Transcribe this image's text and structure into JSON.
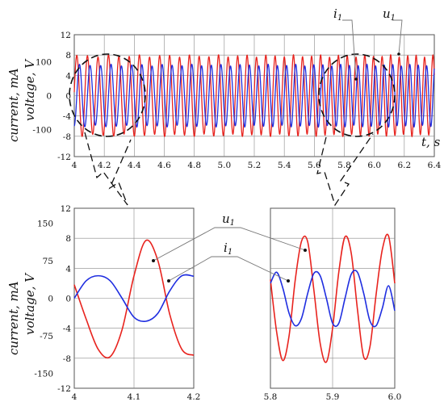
{
  "chart_data": [
    {
      "type": "line",
      "panel": "top",
      "xlabel": "t, s",
      "ylabel_left": "current, mA",
      "ylabel_right": "voltage, V",
      "xlim": [
        4,
        6.4
      ],
      "xticks": [
        "4",
        "4.2",
        "4.4",
        "4.6",
        "4.8",
        "5.0",
        "5.2",
        "5.4",
        "5.6",
        "5.8",
        "6.0",
        "6.2",
        "6.4"
      ],
      "ylim_voltage": [
        -12,
        12
      ],
      "yticks_voltage": [
        "12",
        "8",
        "4",
        "0",
        "-4",
        "-8",
        "-12"
      ],
      "ylim_current": [
        -180,
        180
      ],
      "yticks_current": [
        "100",
        "0",
        "-100"
      ],
      "series": [
        {
          "name": "u1",
          "color": "#e8231e",
          "units": "V",
          "amplitude": 7.8,
          "freq_start_hz": 14,
          "freq_end_hz": 18
        },
        {
          "name": "i1",
          "color": "#1f2ee0",
          "units": "mA",
          "amplitude": 90,
          "freq_start_hz": 14,
          "freq_end_hz": 18
        }
      ],
      "annotations": [
        "i1",
        "u1"
      ]
    },
    {
      "type": "line",
      "panel": "bottom-left",
      "ylabel_left": "current, mA",
      "ylabel_right": "voltage, V",
      "xlim": [
        4.0,
        4.2
      ],
      "xticks": [
        "4",
        "4.1",
        "4.2"
      ],
      "ylim_voltage": [
        -12,
        12
      ],
      "yticks_voltage": [
        "12",
        "8",
        "4",
        "0",
        "-4",
        "-8",
        "-12"
      ],
      "ylim_current": [
        -180,
        180
      ],
      "yticks_current": [
        "150",
        "75",
        "0",
        "-75",
        "-150"
      ],
      "series": [
        {
          "name": "u1",
          "color": "#e8231e",
          "x": [
            4.0,
            4.02,
            4.04,
            4.06,
            4.08,
            4.1,
            4.12,
            4.14,
            4.16,
            4.18,
            4.2
          ],
          "y": [
            1.8,
            -2.8,
            -6.8,
            -7.8,
            -4.2,
            3.0,
            7.7,
            5.0,
            -2.2,
            -6.8,
            -7.6
          ]
        },
        {
          "name": "i1",
          "color": "#1f2ee0",
          "x": [
            4.0,
            4.02,
            4.04,
            4.06,
            4.08,
            4.1,
            4.12,
            4.14,
            4.16,
            4.18,
            4.2
          ],
          "y": [
            0,
            35,
            45,
            35,
            0,
            -38,
            -46,
            -30,
            15,
            45,
            44
          ]
        }
      ],
      "annotations": [
        "u1",
        "i1"
      ]
    },
    {
      "type": "line",
      "panel": "bottom-right",
      "xlim": [
        5.8,
        6.0
      ],
      "xticks": [
        "5.8",
        "5.9",
        "6.0"
      ],
      "ylim_voltage": [
        -12,
        12
      ],
      "ylim_current": [
        -180,
        180
      ],
      "series": [
        {
          "name": "u1",
          "color": "#e8231e",
          "x": [
            5.8,
            5.81,
            5.82,
            5.83,
            5.84,
            5.85,
            5.86,
            5.87,
            5.88,
            5.89,
            5.9,
            5.91,
            5.92,
            5.93,
            5.94,
            5.95,
            5.96,
            5.97,
            5.98,
            5.99,
            6.0
          ],
          "y": [
            2.5,
            -4.5,
            -8.3,
            -5.0,
            2.5,
            7.6,
            7.5,
            1.0,
            -6.0,
            -8.5,
            -4.0,
            3.5,
            8.2,
            6.0,
            -1.5,
            -7.8,
            -6.5,
            0.5,
            6.5,
            8.3,
            2.0
          ]
        },
        {
          "name": "i1",
          "color": "#1f2ee0",
          "x": [
            5.8,
            5.81,
            5.82,
            5.83,
            5.84,
            5.85,
            5.86,
            5.87,
            5.88,
            5.89,
            5.9,
            5.91,
            5.92,
            5.93,
            5.94,
            5.95,
            5.96,
            5.97,
            5.98,
            5.99,
            6.0
          ],
          "y": [
            30,
            52,
            20,
            -30,
            -55,
            -40,
            10,
            50,
            45,
            0,
            -50,
            -50,
            0,
            48,
            52,
            10,
            -45,
            -55,
            -20,
            25,
            -25
          ]
        }
      ]
    }
  ],
  "labels": {
    "top_i1": "i",
    "top_i1_sub": "1",
    "top_u1": "u",
    "top_u1_sub": "1",
    "bot_u1": "u",
    "bot_u1_sub": "1",
    "bot_i1": "i",
    "bot_i1_sub": "1",
    "xlabel_top": "t, s",
    "current_top": "current, mA",
    "voltage_top": "voltage, V",
    "current_bot": "current, mA",
    "voltage_bot": "voltage, V"
  },
  "colors": {
    "voltage": "#e8231e",
    "current": "#1f2ee0",
    "grid": "#777777",
    "frame": "#555555"
  }
}
